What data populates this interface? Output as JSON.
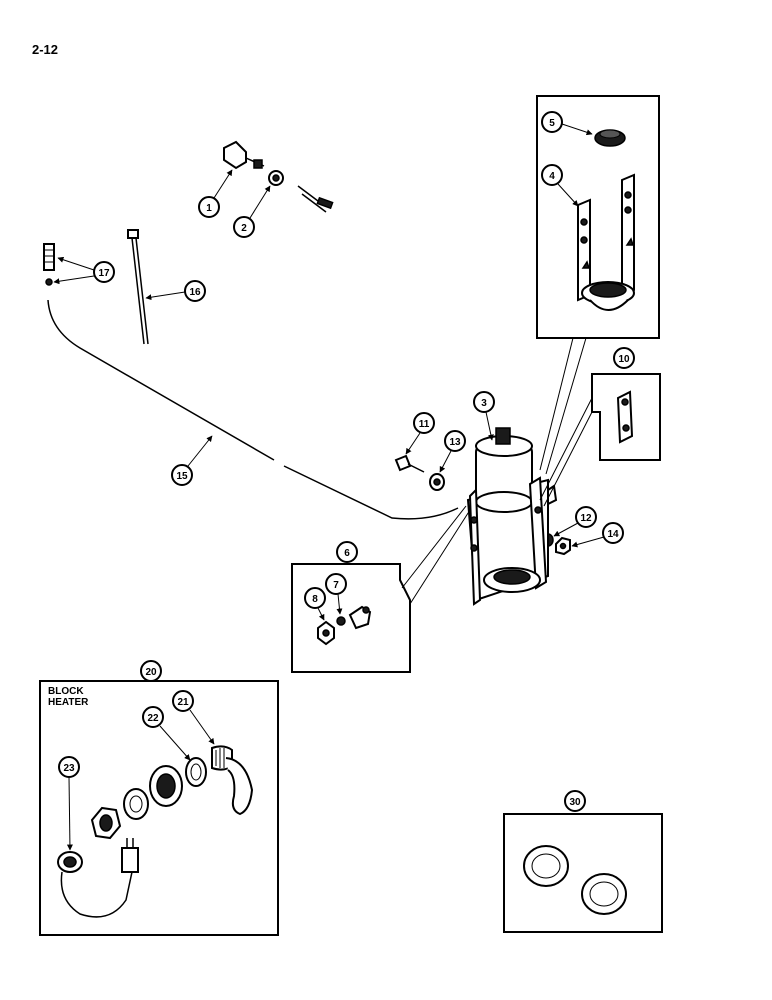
{
  "page_number": "2-12",
  "callouts": [
    "1",
    "2",
    "3",
    "4",
    "5",
    "6",
    "7",
    "8",
    "10",
    "11",
    "12",
    "13",
    "14",
    "15",
    "16",
    "17",
    "20",
    "21",
    "22",
    "23",
    "30"
  ],
  "block_heater_label_line1": "BLOCK",
  "block_heater_label_line2": "HEATER"
}
